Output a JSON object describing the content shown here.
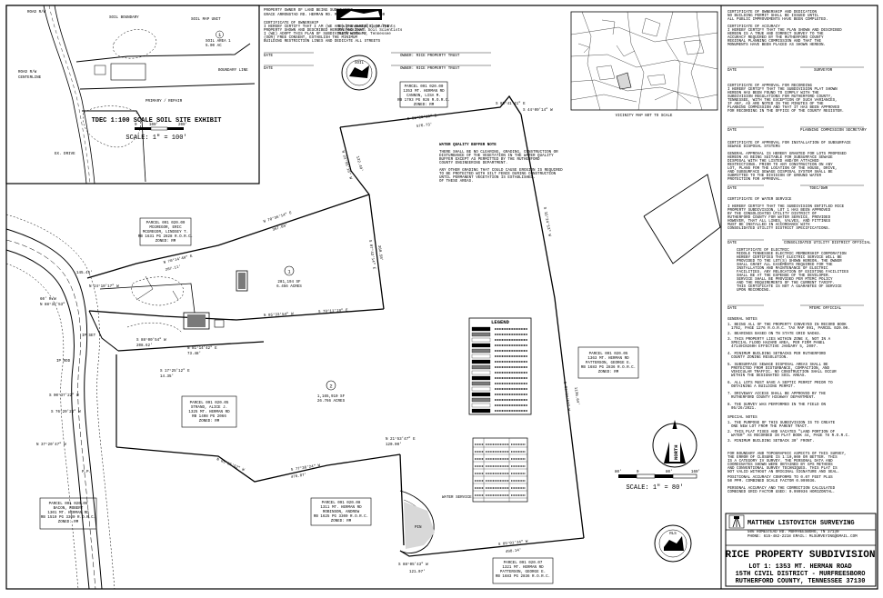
{
  "title_block": {
    "firm": "MATTHEW LISTOVITCH SURVEYING",
    "project": "RICE PROPERTY SUBDIVISION",
    "lot_line": "LOT 1: 1353 MT. HERMAN ROAD",
    "district_line": "15TH CIVIL DISTRICT - MURFREESBORO",
    "county_line": "RUTHERFORD COUNTY, TENNESSEE 37130"
  },
  "inset": {
    "title": "TDEC 1:100 SCALE SOIL SITE EXHIBIT",
    "scale_label": "SCALE: 1\" = 100'",
    "scale_marks": [
      "0",
      "100'",
      "200'"
    ]
  },
  "north_label": "NORTH",
  "scale_bar": {
    "label": "SCALE: 1\" = 80'",
    "marks": [
      "80'",
      "0",
      "80'",
      "160'"
    ]
  },
  "lots": {
    "lot1_number": "1",
    "lot2_number": "2"
  },
  "legend_title": "LEGEND",
  "vicinity_caption": "VICINITY MAP NOT TO SCALE",
  "colors": {
    "line": "#000000",
    "paper": "#ffffff",
    "parcel_tint": "#d8d8d8",
    "gray": "#7a7a7a"
  }
}
